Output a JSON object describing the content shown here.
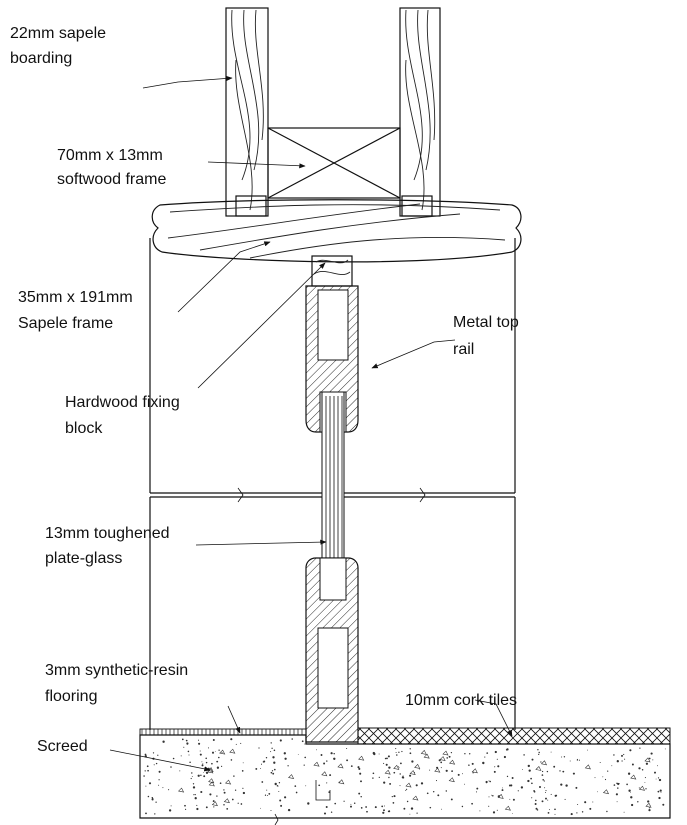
{
  "labels": {
    "sapele_boarding": [
      "22mm sapele",
      "boarding"
    ],
    "softwood_frame": [
      "70mm x 13mm",
      "softwood frame"
    ],
    "sapele_frame": [
      "35mm x 191mm",
      "Sapele frame"
    ],
    "metal_top_rail": [
      "Metal top",
      "rail"
    ],
    "hardwood_block": [
      "Hardwood fixing",
      "block"
    ],
    "plate_glass": [
      "13mm toughened",
      "plate-glass"
    ],
    "resin_flooring": [
      "3mm synthetic-resin",
      "flooring"
    ],
    "cork_tiles": [
      "10mm cork tiles"
    ],
    "screed": [
      "Screed"
    ]
  }
}
